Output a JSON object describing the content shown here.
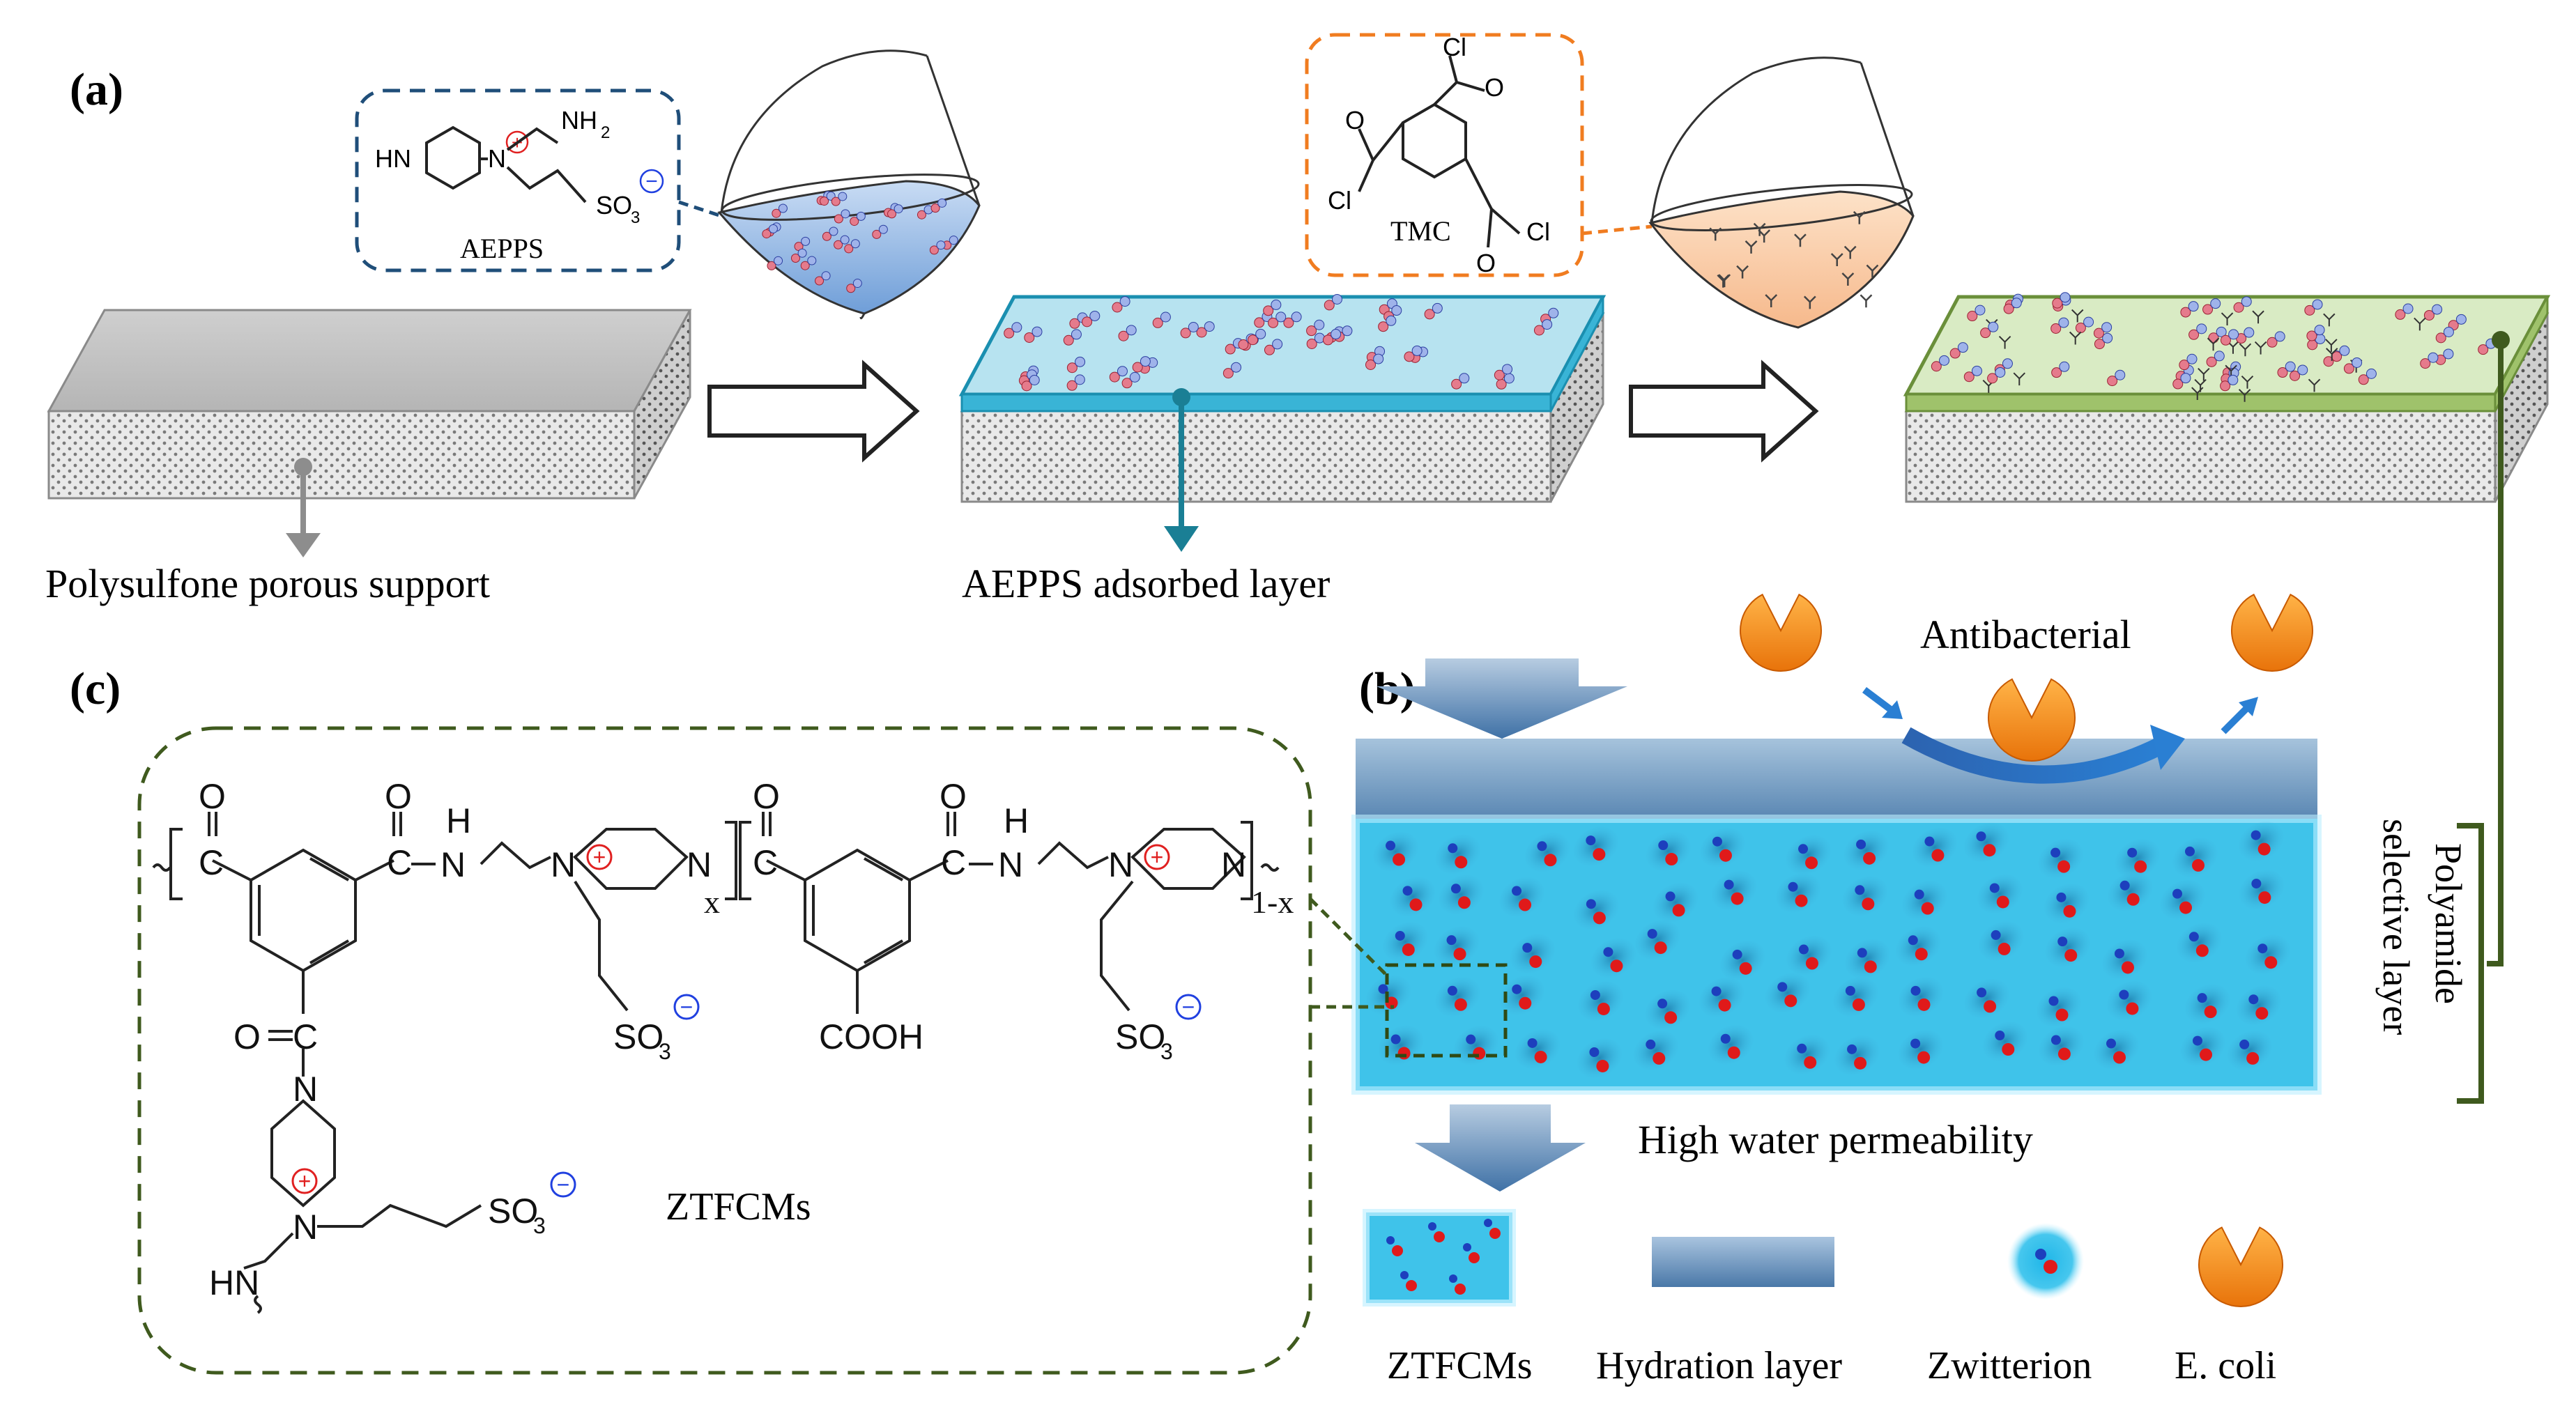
{
  "panels": {
    "a": "(a)",
    "b": "(b)",
    "c": "(c)"
  },
  "panel_a": {
    "aepps_name": "AEPPS",
    "aepps_atoms": {
      "hn": "HN",
      "n": "N",
      "nh2": "NH",
      "nh2_sub": "2",
      "so3": "SO",
      "so3_sub": "3",
      "plus": "+",
      "minus": "−"
    },
    "tmc_name": "TMC",
    "tmc_atoms": {
      "cl": "Cl",
      "o": "O"
    },
    "support_label": "Polysulfone porous support",
    "adsorbed_label": "AEPPS adsorbed layer"
  },
  "panel_b": {
    "antibacterial": "Antibacterial",
    "permeability": "High water permeability",
    "selective_layer_line1": "Polyamide",
    "selective_layer_line2": "selective layer",
    "legend": {
      "ztfcms": "ZTFCMs",
      "hydration": "Hydration layer",
      "zwitterion": "Zwitterion",
      "ecoli": "E. coli"
    }
  },
  "panel_c": {
    "name": "ZTFCMs",
    "atoms": {
      "o": "O",
      "c": "C",
      "h": "H",
      "n": "N",
      "hn": "HN",
      "cooh": "COOH",
      "so3": "SO",
      "sub3": "3",
      "x": "x",
      "one_minus_x": "1-x",
      "plus": "+",
      "minus": "−"
    }
  },
  "colors": {
    "aepps_box": "#1f4e79",
    "tmc_box": "#f07c20",
    "membrane_green": "#6a8f3a",
    "dark_green": "#3f5a1e",
    "teal_pin": "#1a7f95",
    "hydration": "#5cc6ea",
    "ecoli": "#f28b12"
  }
}
